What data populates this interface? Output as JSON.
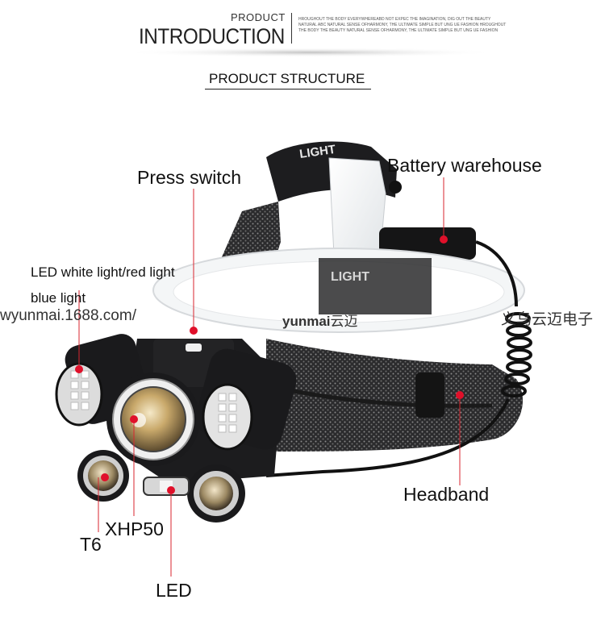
{
  "header": {
    "small_title": "PRODUCT",
    "big_title": "INTRODUCTION",
    "tagline": "HROUGHOUT THE BODY EVERYWHEREABD NOT EXPEC THE IMAGINATION, DIG OUT THE BEAUTY NATURAL ABC NATURAL SENSE OFHARMONY, THE ULTIMATE SIMPLE BUT UNG UE FASHION HROUGHOUT THE BODY THE BEAUTY NATURAL SENSE OFHARMONY, THE ULTIMATE SIMPLE BUT UNG UE FASHION"
  },
  "section_title": "PRODUCT STRUCTURE",
  "labels": {
    "press_switch": "Press switch",
    "battery_warehouse": "Battery warehouse",
    "led_colors_line1": "LED white light/red light",
    "led_colors_line2": "blue light",
    "headband": "Headband",
    "t6": "T6",
    "xhp50": "XHP50",
    "led": "LED"
  },
  "watermarks": {
    "left_url": "wyunmai.1688.com/",
    "center_brand_en": "yunmai",
    "center_brand_cn": "云迈",
    "right_cn": "义乌云迈电子"
  },
  "product_prints": {
    "strap_text": "LIGHT",
    "case_text": "LIGHT"
  },
  "colors": {
    "marker_red": "#e0102a",
    "leader_red": "#d9252f",
    "housing_black": "#1b1b1d",
    "band_dark": "#2a2a2c"
  }
}
